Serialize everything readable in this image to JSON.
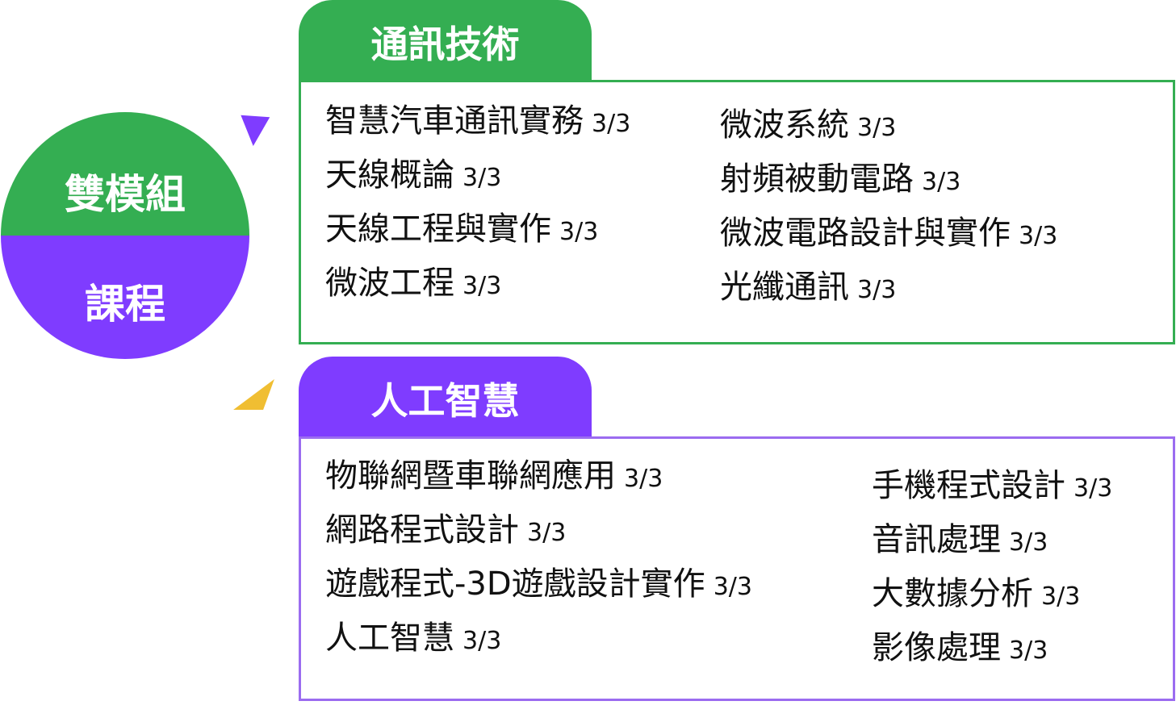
{
  "center": {
    "line1": "雙模組",
    "line2": "課程"
  },
  "colors": {
    "green": "#34ae52",
    "purple": "#7f3cff",
    "yellow": "#f0be32"
  },
  "groups": [
    {
      "title": "通訊技術",
      "left": [
        {
          "name": "智慧汽車通訊實務",
          "score": "3/3"
        },
        {
          "name": "天線概論",
          "score": "3/3"
        },
        {
          "name": "天線工程與實作",
          "score": "3/3"
        },
        {
          "name": "微波工程",
          "score": "3/3"
        }
      ],
      "right": [
        {
          "name": "微波系統",
          "score": "3/3"
        },
        {
          "name": "射頻被動電路",
          "score": "3/3"
        },
        {
          "name": "微波電路設計與實作",
          "score": "3/3"
        },
        {
          "name": "光纖通訊",
          "score": "3/3"
        }
      ]
    },
    {
      "title": "人工智慧",
      "left": [
        {
          "name": "物聯網暨車聯網應用",
          "score": "3/3"
        },
        {
          "name": "網路程式設計",
          "score": "3/3"
        },
        {
          "name": "遊戲程式-3D遊戲設計實作",
          "score": "3/3"
        },
        {
          "name": "人工智慧",
          "score": "3/3"
        }
      ],
      "right": [
        {
          "name": "手機程式設計",
          "score": "3/3"
        },
        {
          "name": "音訊處理",
          "score": "3/3"
        },
        {
          "name": "大數據分析",
          "score": "3/3"
        },
        {
          "name": "影像處理",
          "score": "3/3"
        }
      ]
    }
  ]
}
